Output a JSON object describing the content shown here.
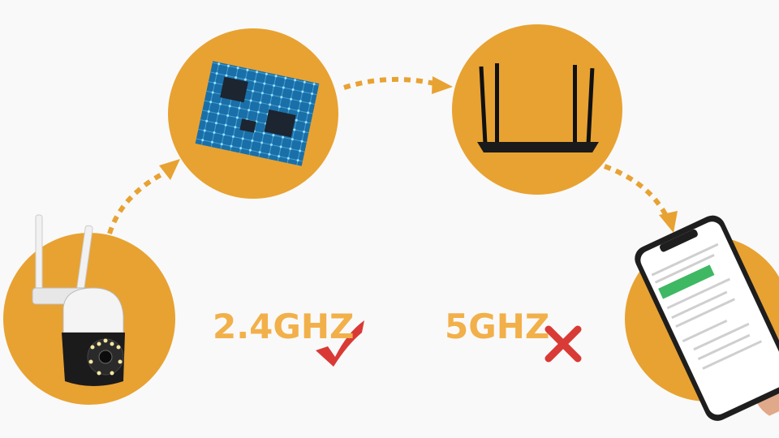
{
  "labels": {
    "band_24": "2.4GHZ",
    "band_5": "5GHZ"
  },
  "status": {
    "band_24": "check-icon",
    "band_5": "cross-icon"
  },
  "nodes": [
    "camera",
    "chip",
    "router",
    "phone"
  ],
  "colors": {
    "circle": "#e8a232",
    "label": "#f2b04a",
    "mark": "#d93a35",
    "background": "#f9f9f9"
  }
}
